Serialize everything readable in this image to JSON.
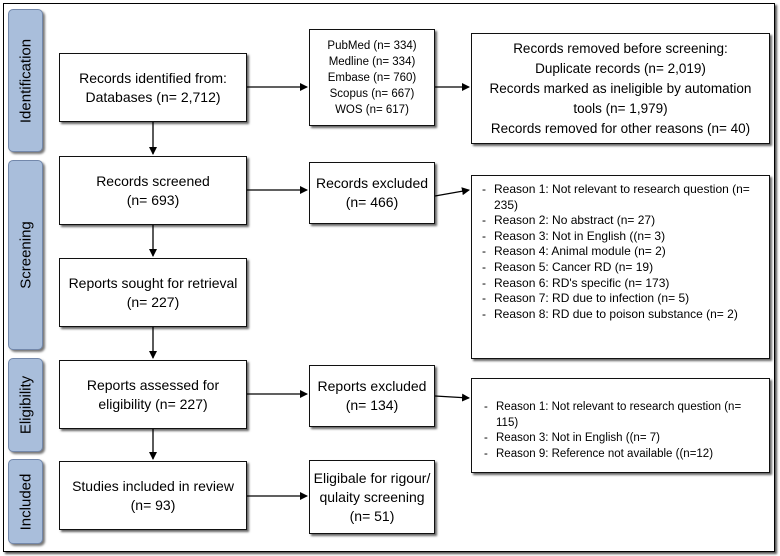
{
  "phases": [
    "Identification",
    "Screening",
    "Eligibility",
    "Included"
  ],
  "identification": {
    "records_identified": [
      "Records identified from:",
      "Databases (n= 2,712)"
    ],
    "databases": [
      "PubMed (n= 334)",
      "Medline (n= 334)",
      "Embase (n= 760)",
      "Scopus (n= 667)",
      "WOS (n= 617)"
    ],
    "removed_before": [
      "Records removed before screening:",
      "Duplicate records (n= 2,019)",
      "Records marked as ineligible by automation",
      "tools (n= 1,979)",
      "Records removed for other reasons (n= 40)"
    ]
  },
  "screening": {
    "records_screened": [
      "Records screened",
      "(n= 693)"
    ],
    "records_excluded": [
      "Records excluded",
      "(n= 466)"
    ],
    "reasons": [
      "Reason 1:  Not relevant to research question (n= 235)",
      "Reason 2: No abstract (n= 27)",
      "Reason 3: Not in English ((n= 3)",
      "Reason 4: Animal module (n= 2)",
      "Reason 5: Cancer RD (n= 19)",
      "Reason 6:  RD's specific (n= 173)",
      "Reason 7:  RD due to infection (n= 5)",
      "Reason 8:  RD due to poison substance (n= 2)"
    ],
    "reports_sought": [
      "Reports sought for retrieval",
      "(n= 227)"
    ]
  },
  "eligibility": {
    "reports_assessed": [
      "Reports assessed for",
      "eligibility (n= 227)"
    ],
    "reports_excluded": [
      "Reports excluded",
      "(n= 134)"
    ],
    "reasons": [
      "Reason 1: Not relevant to research question (n= 115)",
      "Reason 3: Not in English ((n= 7)",
      "Reason 9: Reference not available ((n=12)"
    ]
  },
  "included": {
    "studies_included": [
      "Studies included in review",
      "(n= 93)"
    ],
    "eligible_rigour": [
      "Eligibale for rigour/",
      "qulaity screening",
      "(n= 51)"
    ]
  },
  "colors": {
    "phase_fill": "#a9bedb",
    "phase_border": "#7388ab",
    "box_border": "#111111"
  }
}
